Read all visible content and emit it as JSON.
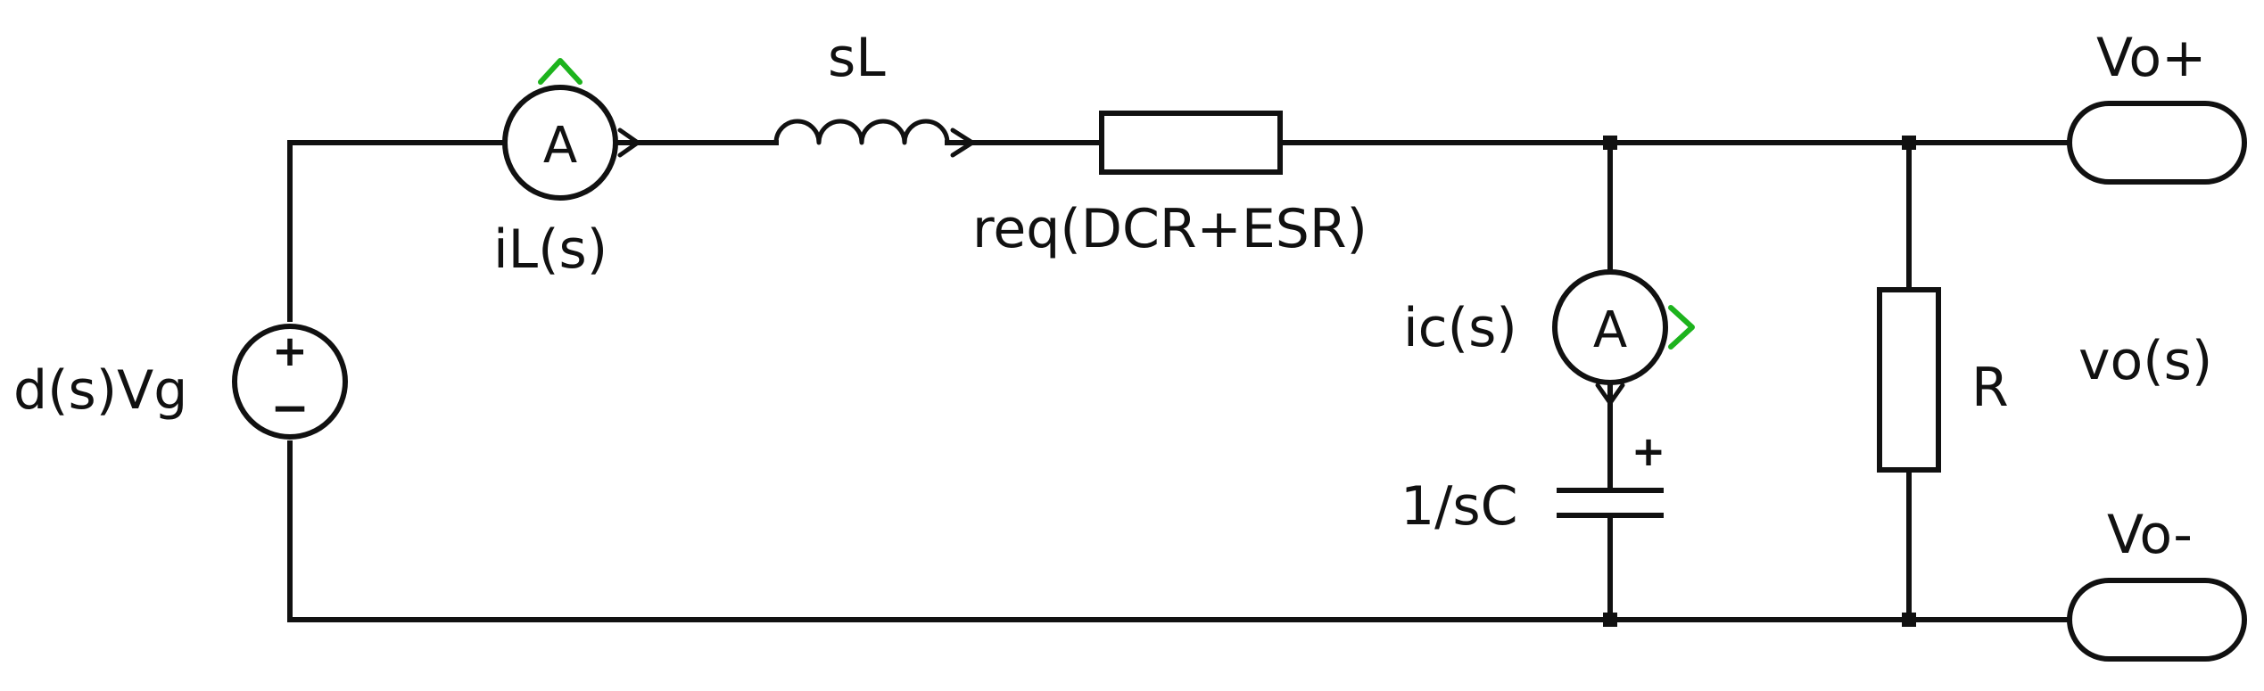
{
  "diagram": {
    "labels": {
      "source": "d(s)Vg",
      "ammeter_l": "iL(s)",
      "inductor": "sL",
      "resistor_eq": "req(DCR+ESR)",
      "ammeter_c": "ic(s)",
      "capacitor": "1/sC",
      "load": "R",
      "output_voltage": "vo(s)",
      "port_pos": "Vo+",
      "port_neg": "Vo-"
    },
    "symbols": {
      "ammeter_letter": "A",
      "plus": "+",
      "minus": "−"
    },
    "colors": {
      "wire": "#111111",
      "probe": "#1db31d",
      "background": "#ffffff"
    }
  }
}
